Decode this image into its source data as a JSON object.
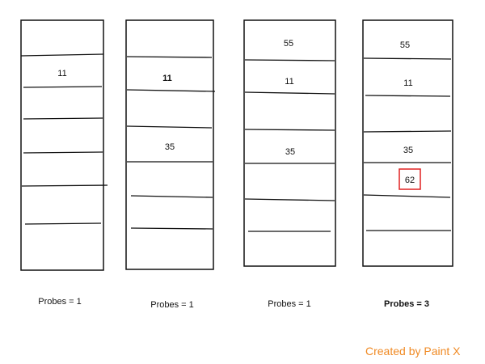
{
  "tables": [
    {
      "cells": [
        "",
        "11",
        "",
        "",
        "",
        "",
        ""
      ],
      "probes": "Probes = 1",
      "probes_bold": false
    },
    {
      "cells": [
        "",
        "11",
        "",
        "35",
        "",
        "",
        ""
      ],
      "probes": "Probes = 1",
      "probes_bold": false
    },
    {
      "cells": [
        "55",
        "11",
        "",
        "35",
        "",
        "",
        ""
      ],
      "probes": "Probes = 1",
      "probes_bold": false
    },
    {
      "cells": [
        "55",
        "11",
        "",
        "35",
        "62",
        "",
        ""
      ],
      "probes": "Probes = 3",
      "probes_bold": true,
      "highlight_value": "62",
      "highlight_color": "#e02020"
    }
  ],
  "watermark": "Created by Paint X",
  "watermark_color": "#f08a24"
}
